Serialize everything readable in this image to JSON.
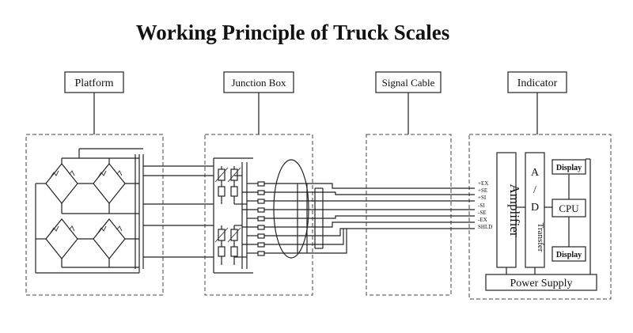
{
  "title": "Working Principle of Truck Scales",
  "sections": {
    "platform": "Platform",
    "junction_box": "Junction Box",
    "signal_cable": "Signal Cable",
    "indicator": "Indicator"
  },
  "signals": [
    "+EX",
    "+SE",
    "+SI",
    "-SI",
    "-SE",
    "-EX",
    "SHLD"
  ],
  "indicator": {
    "amplifier": "Amplifier",
    "ad_letters": [
      "A",
      "/",
      "D"
    ],
    "transfer": "Transfer",
    "cpu": "CPU",
    "display_top": "Display",
    "display_bottom": "Display",
    "power_supply": "Power Supply"
  }
}
